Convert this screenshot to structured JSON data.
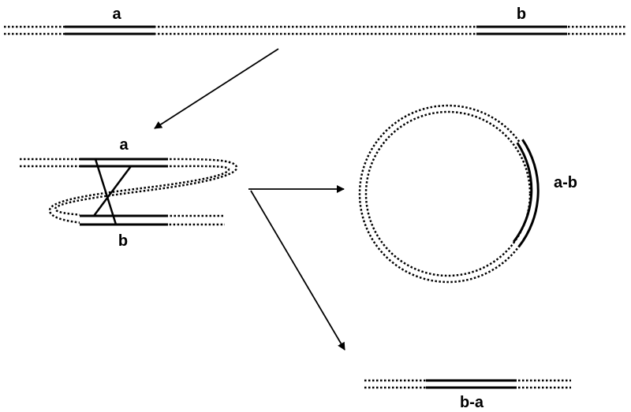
{
  "labels": {
    "top_a": "a",
    "top_b": "b",
    "loop_a": "a",
    "loop_b": "b",
    "circle_ab": "a-b",
    "bottom_ba": "b-a"
  },
  "colors": {
    "ink": "#000000",
    "background": "#ffffff"
  }
}
